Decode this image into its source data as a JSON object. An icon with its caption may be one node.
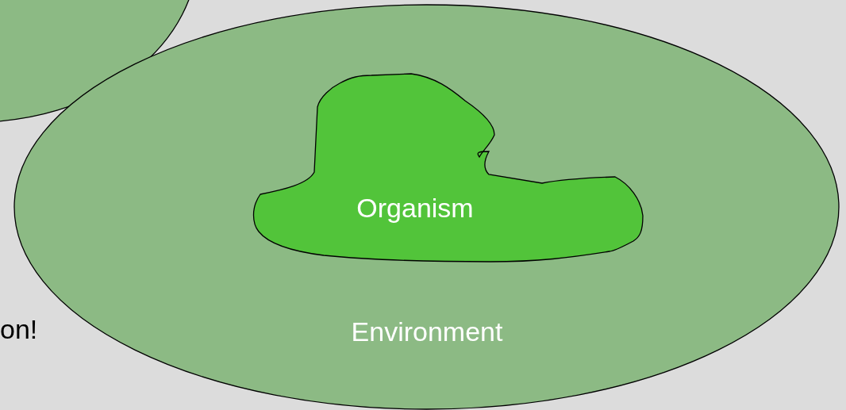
{
  "diagram": {
    "nodes": [
      {
        "text": [],
        "shape": "ellipse"
      },
      {
        "text": [
          "Environment"
        ]
      },
      {
        "text": [
          "Organism"
        ],
        "in": 1
      }
    ],
    "labels": [
      "on!"
    ]
  }
}
